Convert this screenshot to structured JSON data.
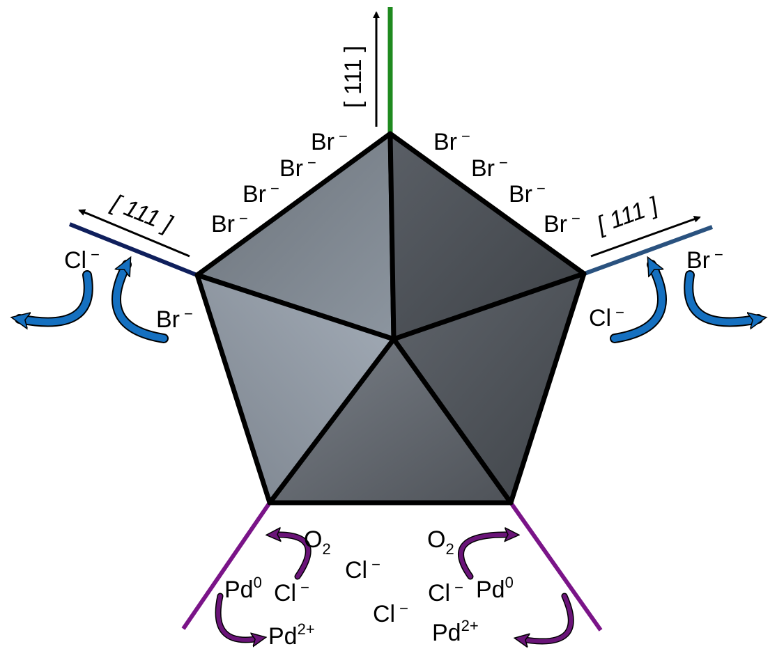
{
  "colors": {
    "top_axis": "#1f8a1f",
    "left_axis": "#0f1f5c",
    "right_axis": "#2a527f",
    "bottom_axes": "#7a1488",
    "blue_arrows": "#1570c0",
    "purple_arrows": "#6a1478"
  },
  "axis_labels": {
    "top": "[ 111 ]",
    "left": "[ 111 ]",
    "right": "[ 111 ]"
  },
  "labels": {
    "br_left": [
      {
        "base": "Br",
        "sup": "−"
      },
      {
        "base": "Br",
        "sup": "−"
      },
      {
        "base": "Br",
        "sup": "−"
      },
      {
        "base": "Br",
        "sup": "−"
      }
    ],
    "br_right": [
      {
        "base": "Br",
        "sup": "−"
      },
      {
        "base": "Br",
        "sup": "−"
      },
      {
        "base": "Br",
        "sup": "−"
      },
      {
        "base": "Br",
        "sup": "−"
      }
    ],
    "left_cl": {
      "base": "Cl",
      "sup": "−"
    },
    "left_br": {
      "base": "Br",
      "sup": "−"
    },
    "right_br": {
      "base": "Br",
      "sup": "−"
    },
    "right_cl": {
      "base": "Cl",
      "sup": "−"
    },
    "o2_left": {
      "base": "O",
      "sub": "2"
    },
    "o2_right": {
      "base": "O",
      "sub": "2"
    },
    "cl_center_top": {
      "base": "Cl",
      "sup": "−"
    },
    "cl_center_bottom": {
      "base": "Cl",
      "sup": "−"
    },
    "cl_bottom_left": {
      "base": "Cl",
      "sup": "−"
    },
    "cl_bottom_right": {
      "base": "Cl",
      "sup": "−"
    },
    "pd0_left": {
      "base": "Pd",
      "sup": "0"
    },
    "pd2_left": {
      "base": "Pd",
      "sup": "2+"
    },
    "pd0_right": {
      "base": "Pd",
      "sup": "0"
    },
    "pd2_right": {
      "base": "Pd",
      "sup": "2+"
    }
  }
}
